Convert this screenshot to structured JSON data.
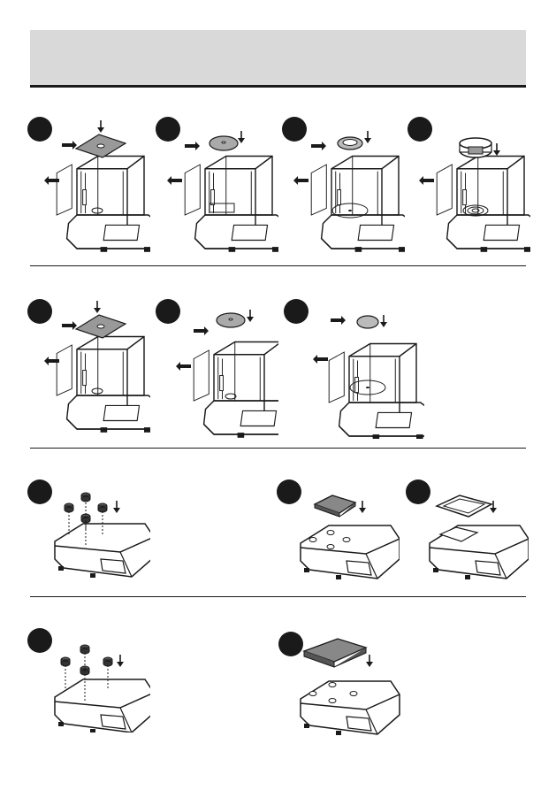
{
  "page": {
    "header_band_color": "#d9d9d9",
    "rule_color": "#1a1a1a"
  },
  "sections": [
    {
      "id": "draft-shield-large",
      "illustrations": [
        "step-1",
        "step-2",
        "step-3",
        "step-4"
      ]
    },
    {
      "id": "draft-shield-small",
      "illustrations": [
        "step-1",
        "step-2",
        "step-3"
      ]
    },
    {
      "id": "flat-pan-square",
      "illustrations": [
        "step-1",
        "step-2",
        "step-3"
      ]
    },
    {
      "id": "flat-pan-large",
      "illustrations": [
        "step-1",
        "step-2"
      ]
    }
  ],
  "icons": {
    "step_marker": "filled-circle-icon",
    "direction": "down-arrow-icon",
    "slide": "side-arrow-icon"
  }
}
